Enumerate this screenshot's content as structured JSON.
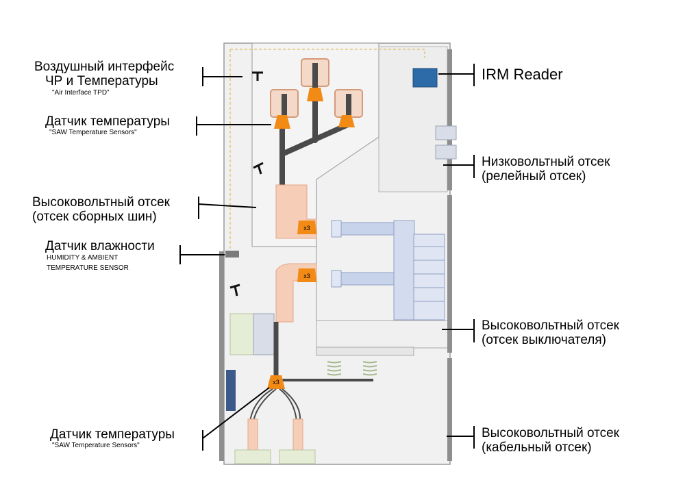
{
  "labels": {
    "air_interface": {
      "line1": "Воздушный интерфейс",
      "line2": "ЧР и Температуры",
      "sub": "\"Air Interface TPD\""
    },
    "temp_sensor_top": {
      "title": "Датчик температуры",
      "sub": "\"SAW Temperature Sensors\""
    },
    "busbar_hv": {
      "line1": "Высоковольтный отсек",
      "line2": "(отсек сборных шин)"
    },
    "humidity": {
      "title": "Датчик влажности",
      "sub1": "HUMIDITY & AMBIENT",
      "sub2": "TEMPERATURE SENSOR"
    },
    "temp_sensor_bottom": {
      "title": "Датчик температуры",
      "sub": "\"SAW Temperature Sensors\""
    },
    "irm_reader": "IRM Reader",
    "lv_compartment": {
      "line1": "Низковольтный отсек",
      "line2": "(релейный отсек)"
    },
    "breaker_hv": {
      "line1": "Высоковольтный отсек",
      "line2": "(отсек выключателя)"
    },
    "cable_hv": {
      "line1": "Высоковольтный отсек",
      "line2": "(кабельный отсек)"
    }
  },
  "markers": {
    "x3": "x3"
  },
  "colors": {
    "sensor_orange": "#f28a16",
    "busbar_salmon": "#f6cdb6",
    "bar_grey": "#4a4a4a",
    "reader_blue": "#2d6aa8",
    "panel_bg": "#f2f2f2",
    "breaker_blue": "#c7d3ea"
  }
}
